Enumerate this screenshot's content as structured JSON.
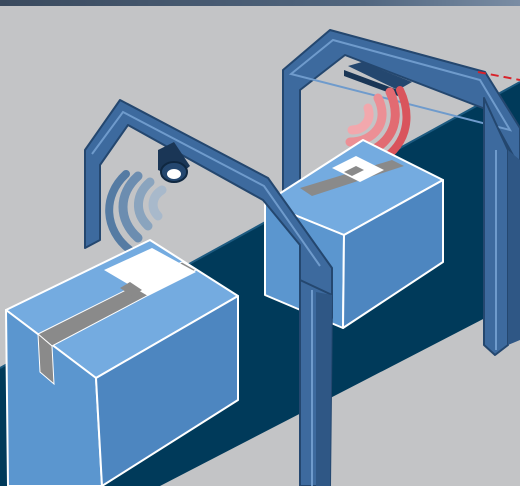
{
  "scene": {
    "colors": {
      "background": "#c3c4c6",
      "top_band": "#3a4a5e",
      "conveyor_belt": "#003a5a",
      "gate_frame": "#3d6a9e",
      "gate_frame_light": "#5a86b8",
      "box_front": "#5b96cf",
      "box_side": "#4d86c0",
      "box_top": "#74abe0",
      "tape": "#8a8a8a",
      "barcode_camera_waves": "#3d6a9e",
      "rfid_waves": "#e26b72",
      "laser_line": "#d8222a"
    },
    "objects": [
      {
        "name": "conveyor-belt"
      },
      {
        "name": "barcode-scanner-gate",
        "device": "camera-icon",
        "signal": "camera-scan-waves"
      },
      {
        "name": "rfid-reader-gate",
        "device": "rfid-antenna-icon",
        "signal": "rfid-waves"
      },
      {
        "name": "package-box-1",
        "label": "shipping-label"
      },
      {
        "name": "package-box-2",
        "label": "shipping-label"
      }
    ]
  }
}
